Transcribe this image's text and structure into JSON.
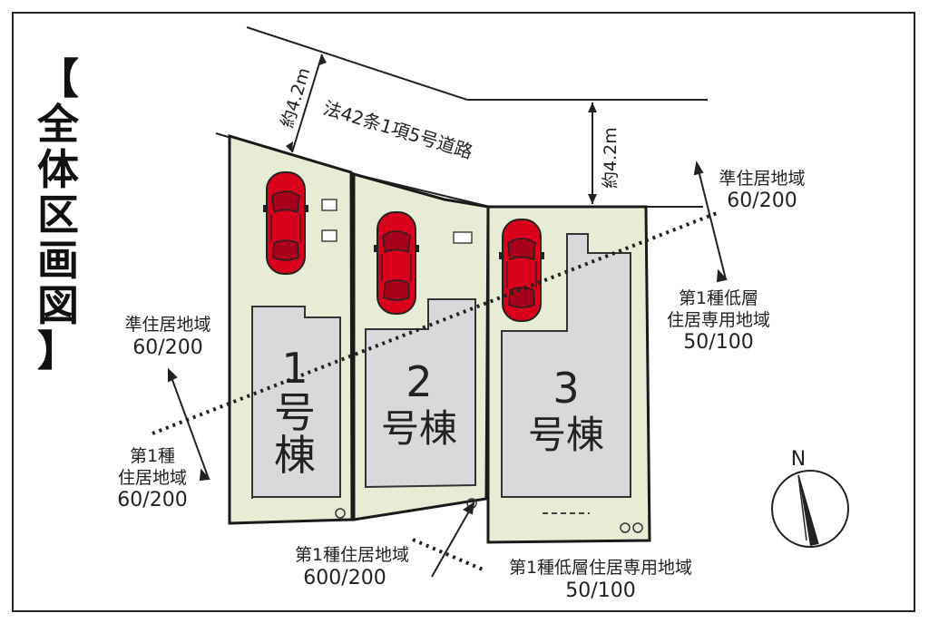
{
  "title": {
    "open_bracket": "【",
    "chars": [
      "全",
      "体",
      "区",
      "画",
      "図"
    ],
    "close_bracket": "】"
  },
  "road": {
    "label": "法42条1項5号道路",
    "width_left": "約4.2m",
    "width_right": "約4.2m"
  },
  "buildings": [
    {
      "number": "1",
      "suffix": [
        "号",
        "棟"
      ]
    },
    {
      "number": "2",
      "suffix": [
        "号棟"
      ]
    },
    {
      "number": "3",
      "suffix": [
        "号棟"
      ]
    }
  ],
  "zones": {
    "top_right": {
      "name": "準住居地域",
      "ratio": "60/200"
    },
    "right": {
      "name_lines": [
        "第1種低層",
        "住居専用地域"
      ],
      "ratio": "50/100"
    },
    "left": {
      "name": "準住居地域",
      "ratio": "60/200"
    },
    "left_lower": {
      "name_lines": [
        "第1種",
        "住居地域"
      ],
      "ratio": "60/200"
    },
    "bottom_center": {
      "name": "第1種住居地域",
      "ratio": "600/200"
    },
    "bottom_right": {
      "name": "第1種低層住居専用地域",
      "ratio": "50/100"
    }
  },
  "compass": {
    "label": "N",
    "icon": "north-arrow-icon"
  },
  "colors": {
    "lot_fill": "#e7ecd4",
    "building_fill": "#dad8da",
    "car": "#d9001b",
    "outline": "#1a1a1a"
  }
}
